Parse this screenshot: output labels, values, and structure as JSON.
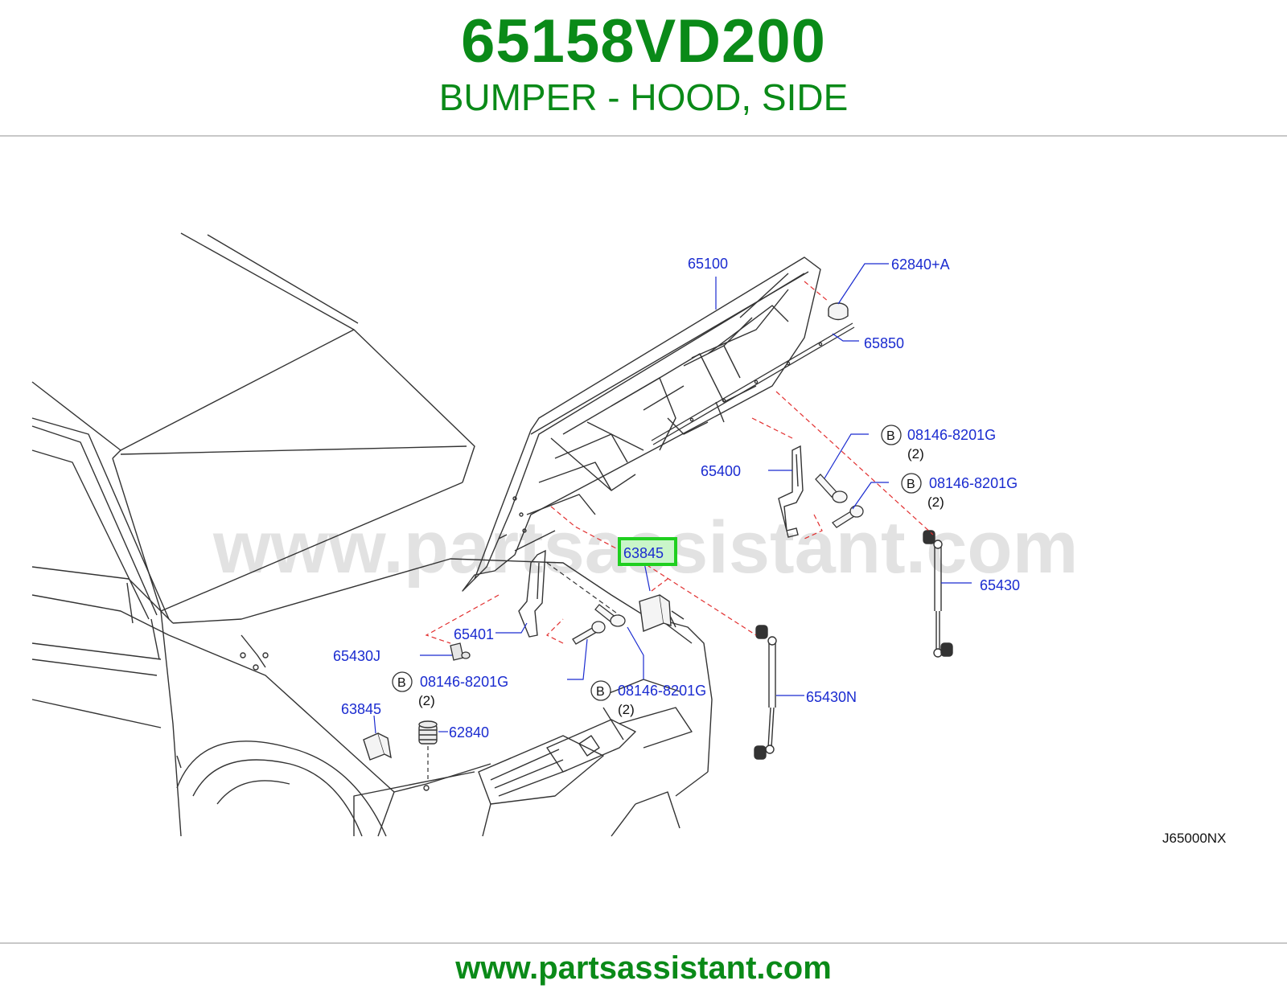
{
  "header": {
    "part_number": "65158VD200",
    "description": "BUMPER - HOOD, SIDE"
  },
  "diagram": {
    "watermark": "www.partsassistant.com",
    "reference_code": "J65000NX",
    "bolt_marker": "B",
    "callouts": {
      "hood": "65100",
      "hood_stop_a": "62840+A",
      "seal": "65850",
      "bolt_r1": "08146-8201G",
      "bolt_r1_qty": "(2)",
      "hinge_r": "65400",
      "bolt_r2": "08146-8201G",
      "bolt_r2_qty": "(2)",
      "highlighted": "63845",
      "strut_r": "65430",
      "hinge_l": "65401",
      "clip": "65430J",
      "bolt_l1": "08146-8201G",
      "bolt_l1_qty": "(2)",
      "bolt_l2": "08146-8201G",
      "bolt_l2_qty": "(2)",
      "bumper_l": "63845",
      "hood_stop": "62840",
      "strut_l": "65430N"
    },
    "colors": {
      "brand_green": "#0a8a18",
      "callout_blue": "#1a2bd0",
      "highlight_green": "#1fcf1f",
      "leader_red": "#e23030"
    }
  },
  "footer": {
    "url": "www.partsassistant.com"
  }
}
